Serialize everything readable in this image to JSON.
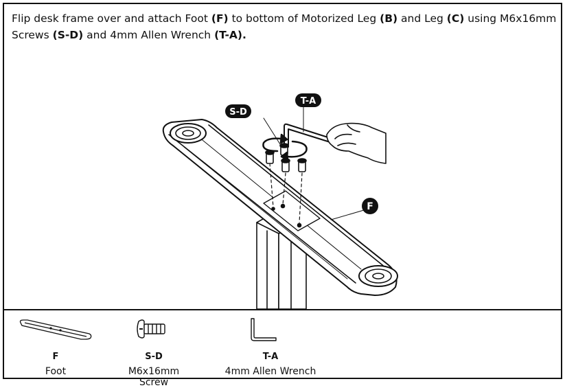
{
  "instruction": {
    "t1": "Flip desk frame over and attach Foot ",
    "f": "(F)",
    "t2": " to bottom of Motorized Leg ",
    "b": "(B)",
    "t3": " and Leg ",
    "c": "(C)",
    "t4": " using M6x16mm Screws ",
    "sd": "(S-D)",
    "t5": " and 4mm Allen Wrench ",
    "ta": "(T-A)."
  },
  "callouts": {
    "screw": "S-D",
    "wrench": "T-A",
    "foot": "F"
  },
  "parts": [
    {
      "code": "F",
      "desc": "Foot",
      "icon": "foot-bar-icon"
    },
    {
      "code": "S-D",
      "desc": "M6x16mm Screw",
      "icon": "screw-icon"
    },
    {
      "code": "T-A",
      "desc": "4mm Allen Wrench",
      "icon": "allen-wrench-icon"
    }
  ]
}
